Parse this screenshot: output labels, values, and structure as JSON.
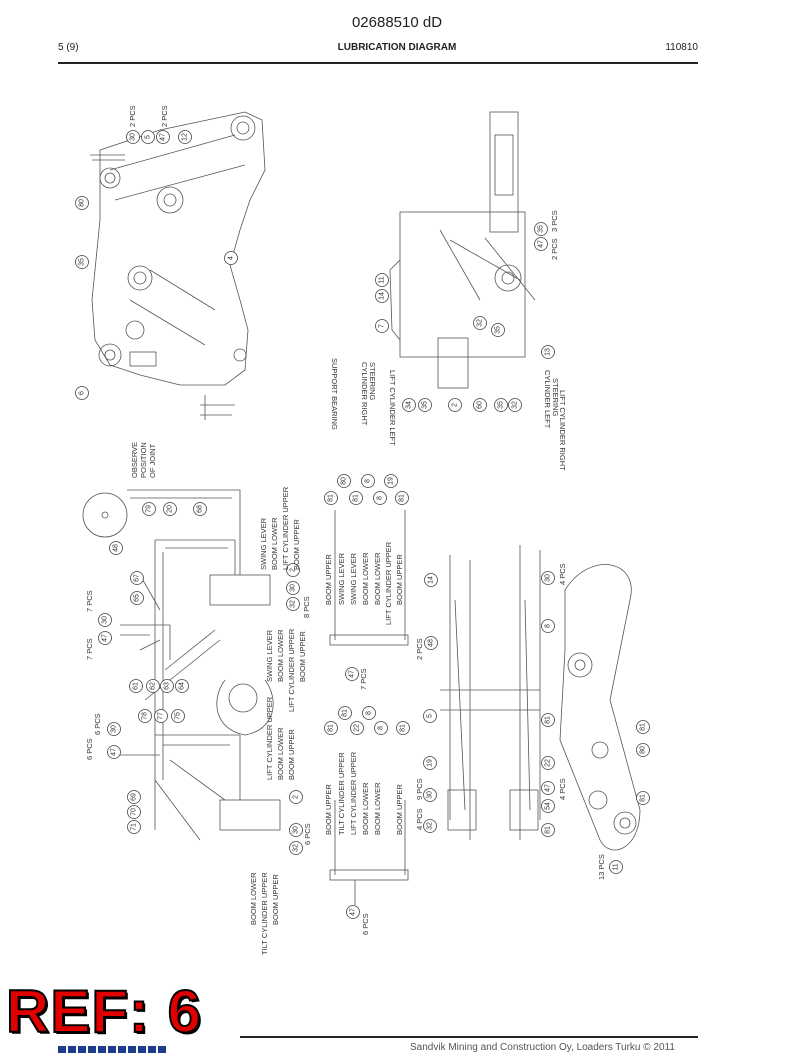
{
  "header": {
    "doc_number": "02688510 dD",
    "page": "5 (9)",
    "title": "LUBRICATION DIAGRAM",
    "date_code": "110810"
  },
  "footer": {
    "copyright": "Sandvik Mining and Construction Oy, Loaders Turku © 2011"
  },
  "stamp": {
    "text": "REF: 6",
    "color": "#e00000"
  },
  "labels": {
    "boom_lower": "BOOM LOWER",
    "boom_upper": "BOOM UPPER",
    "tilt_cylinder_upper": "TILT CYLINDER UPPER",
    "lift_cylinder_upper": "LIFT CYLINDER UPPER",
    "swing_lever": "SWING LEVER",
    "observe_1": "OBSERVE",
    "observe_2": "POSITION",
    "observe_3": "OF JOINT",
    "support_bearing": "SUPPORT BEARING",
    "steering_cyl_right_1": "STEERING",
    "steering_cyl_right_2": "CYLINDER RIGHT",
    "steering_cyl_left_1": "STEERING",
    "steering_cyl_left_2": "CYLINDER LEFT",
    "lift_cylinder_left": "LIFT CYLINDER LEFT",
    "lift_cylinder_right": "LIFT CYLINDER RIGHT",
    "pcs_2": "2 PCS",
    "pcs_3": "3 PCS",
    "pcs_4": "4 PCS",
    "pcs_6": "6 PCS",
    "pcs_7": "7 PCS",
    "pcs_8": "8 PCS",
    "pcs_9": "9 PCS",
    "pcs_13": "13 PCS"
  },
  "callouts": [
    "2",
    "4",
    "5",
    "6",
    "7",
    "8",
    "11",
    "12",
    "13",
    "14",
    "19",
    "20",
    "22",
    "30",
    "31",
    "32",
    "33",
    "34",
    "35",
    "47",
    "48",
    "54",
    "60",
    "61",
    "62",
    "63",
    "64",
    "65",
    "67",
    "68",
    "69",
    "70",
    "71",
    "72",
    "73",
    "74",
    "75",
    "77",
    "78",
    "79",
    "80",
    "81"
  ]
}
